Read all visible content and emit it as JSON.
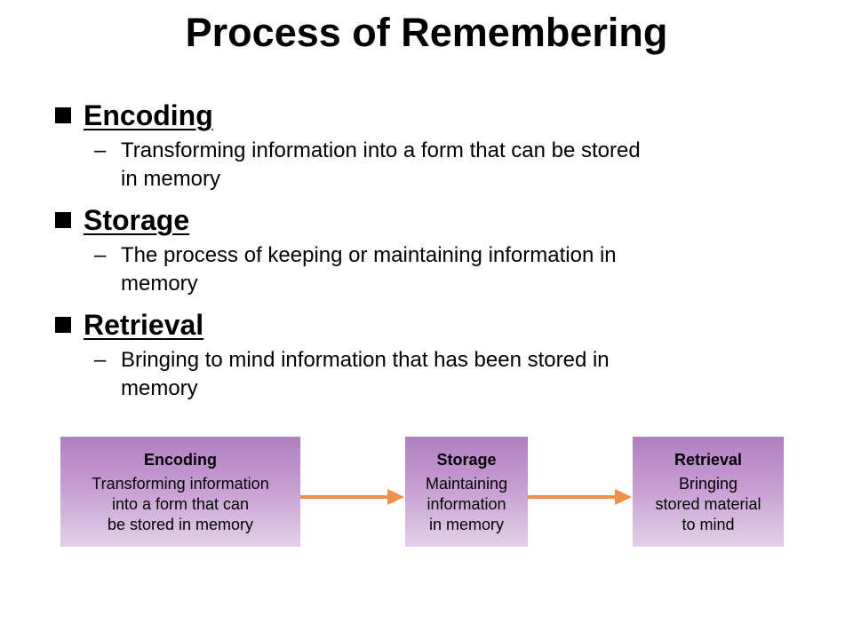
{
  "title": "Process of Remembering",
  "bullets": [
    {
      "term": "Encoding",
      "description_line1": "Transforming information into a form that can be stored",
      "description_line2": "in memory"
    },
    {
      "term": "Storage",
      "description_line1": "The process of keeping or maintaining information in",
      "description_line2": "memory"
    },
    {
      "term": "Retrieval",
      "description_line1": "Bringing to mind information that has been stored in",
      "description_line2": "memory"
    }
  ],
  "sub_dash": "–",
  "flow": {
    "encoding": {
      "title": "Encoding",
      "lines": [
        "Transforming information",
        "into a form that can",
        "be stored in memory"
      ]
    },
    "storage": {
      "title": "Storage",
      "lines": [
        "Maintaining",
        "information",
        "in memory"
      ]
    },
    "retrieval": {
      "title": "Retrieval",
      "lines": [
        "Bringing",
        "stored material",
        "to mind"
      ]
    }
  },
  "colors": {
    "box_top": "#b07fc0",
    "box_bottom": "#e3cfe9",
    "arrow": "#f0914a"
  }
}
